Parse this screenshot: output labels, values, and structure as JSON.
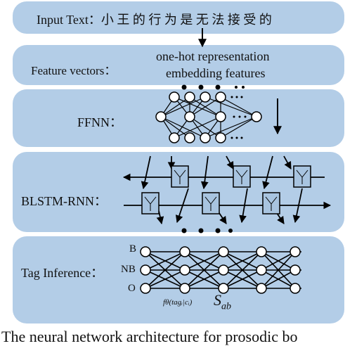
{
  "input_panel": {
    "label": "Input Text：小 王 的 行 为 是 无 法 接 受 的"
  },
  "feature_panel": {
    "label": "Feature vectors：",
    "line1": "one-hot representation",
    "line2": "embedding features"
  },
  "ffnn_panel": {
    "label": "FFNN："
  },
  "blstm_panel": {
    "label": "BLSTM-RNN："
  },
  "tag_panel": {
    "label": "Tag Inference：",
    "tags": [
      "B",
      "NB",
      "O"
    ],
    "formula": "fθ(tagᵢ|cᵢ)",
    "score": "S",
    "score_sub": "ab"
  },
  "caption": "The neural network architecture for prosodic bo"
}
